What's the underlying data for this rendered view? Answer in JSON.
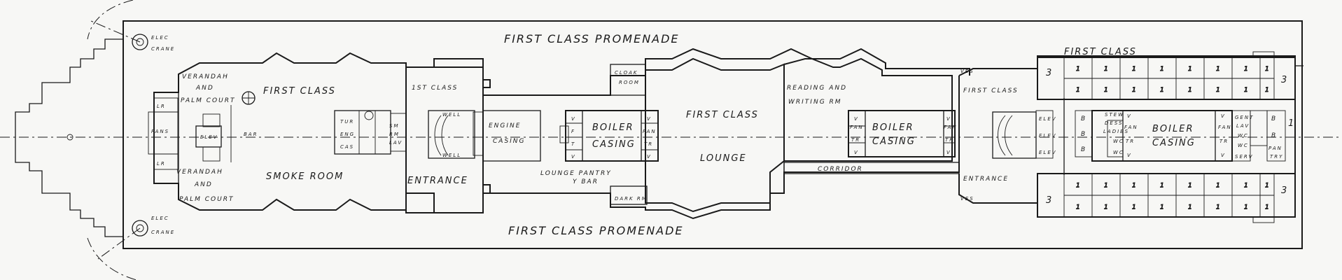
{
  "labels": {
    "promenade_top": "FIRST CLASS PROMENADE",
    "promenade_bottom": "FIRST CLASS PROMENADE",
    "elec_crane_word1": "ELEC",
    "elec_crane_word2": "CRANE",
    "verandah_word1": "VERANDAH",
    "verandah_word2": "AND",
    "verandah_word3": "PALM COURT",
    "lr": "LR",
    "fans": "FANS",
    "elev": "ELEV",
    "bar": "BAR",
    "first_class": "FIRST CLASS",
    "smoke_room": "SMOKE ROOM",
    "tur_eng_cas_1": "TUR",
    "tur_eng_cas_2": "ENG",
    "tur_eng_cas_3": "CAS",
    "sm_rm_lav_1": "SM",
    "sm_rm_lav_2": "RM",
    "sm_rm_lav_3": "LAV",
    "first_class_abbr": "1ST CLASS",
    "entrance": "ENTRANCE",
    "well": "WELL",
    "engine_casing_1": "ENGINE",
    "engine_casing_2": "CASING",
    "boiler": "BOILER",
    "casing": "CASING",
    "fan": "FAN",
    "tr": "TR",
    "v": "V",
    "f": "F",
    "t": "T",
    "cloak_room_1": "CLOAK",
    "cloak_room_2": "ROOM",
    "lounge_pantry": "LOUNGE PANTRY",
    "y_bar": "Y BAR",
    "dark_rm": "DARK RM",
    "lounge": "LOUNGE",
    "reading_1": "READING AND",
    "reading_2": "WRITING RM",
    "corridor": "CORRIDOR",
    "ves": "VES",
    "cabin_1": "1",
    "cabin_3": "3",
    "b": "B",
    "stew_dess_1": "STEW",
    "stew_dess_2": "DESS",
    "ladies": "LADIES",
    "wc": "WC",
    "gent_lav_1": "GENT",
    "gent_lav_2": "LAV",
    "serv": "SERV",
    "pan_try_1": "PAN",
    "pan_try_2": "TRY"
  }
}
